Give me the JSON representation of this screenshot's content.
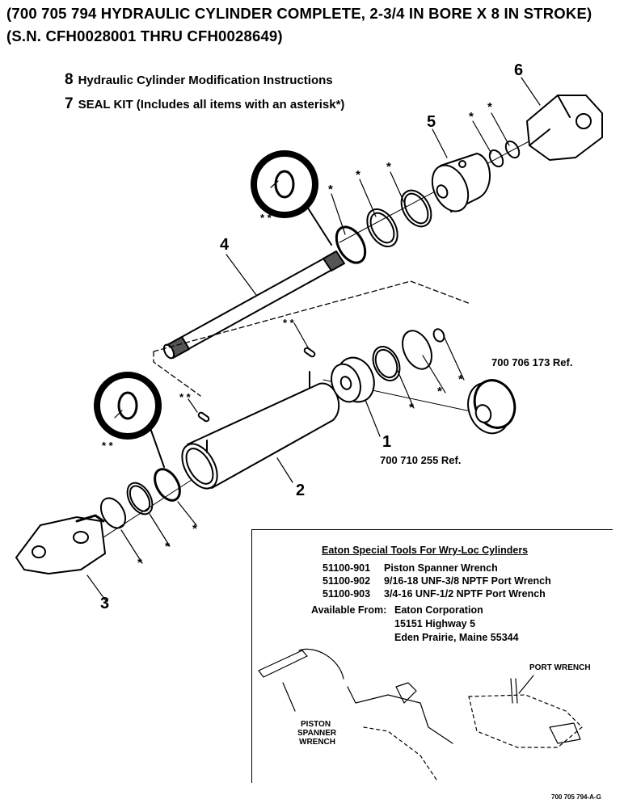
{
  "header": {
    "line1": "(700 705 794 HYDRAULIC CYLINDER COMPLETE, 2-3/4 IN BORE X 8 IN STROKE)",
    "line2": "(S.N. CFH0028001 THRU CFH0028649)"
  },
  "notes": [
    {
      "num": "8",
      "text": "Hydraulic Cylinder Modification Instructions"
    },
    {
      "num": "7",
      "text": "SEAL KIT  (Includes all items with an asterisk*)"
    }
  ],
  "callouts": {
    "item1": "1",
    "item1_ref": "700 710 255 Ref.",
    "item2": "2",
    "item3": "3",
    "item4": "4",
    "item5": "5",
    "item6": "6",
    "piston_ref": "700 706 173 Ref.",
    "single": "*",
    "double": "* *"
  },
  "tools": {
    "title": "Eaton Special Tools For Wry-Loc Cylinders",
    "items": [
      {
        "part": "51100-901",
        "desc": "Piston Spanner Wrench"
      },
      {
        "part": "51100-902",
        "desc": "9/16-18 UNF-3/8 NPTF Port Wrench"
      },
      {
        "part": "51100-903",
        "desc": "3/4-16 UNF-1/2 NPTF Port Wrench"
      }
    ],
    "available_label": "Available From:",
    "address": [
      "Eaton Corporation",
      "15151 Highway 5",
      "Eden Prairie, Maine  55344"
    ],
    "port_wrench_label": "PORT WRENCH",
    "spanner_label": [
      "PISTON",
      "SPANNER",
      "WRENCH"
    ]
  },
  "figure_id": "700 705 794-A-G"
}
